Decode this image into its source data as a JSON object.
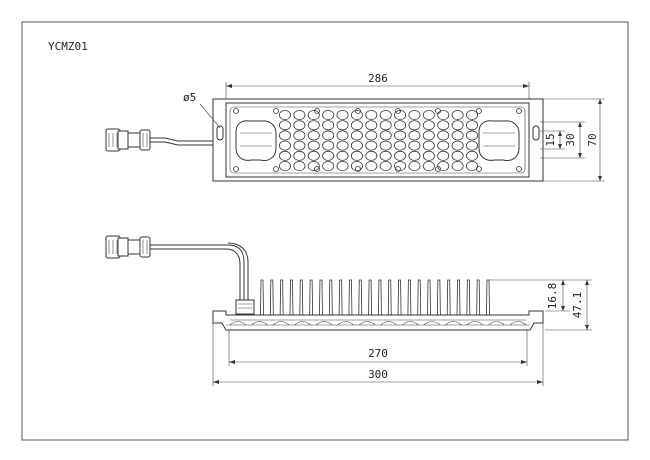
{
  "drawing": {
    "model_code": "YCMZ01",
    "top_view": {
      "length_label": "286",
      "hole_label": "ø5",
      "height_inner_label": "15",
      "height_mid_label": "30",
      "height_total_label": "70"
    },
    "side_view": {
      "length_inner_label": "270",
      "length_total_label": "300",
      "fin_height_label": "16.8",
      "total_height_label": "47.1"
    },
    "led_grid": {
      "rows": 6,
      "cols": 14
    }
  }
}
